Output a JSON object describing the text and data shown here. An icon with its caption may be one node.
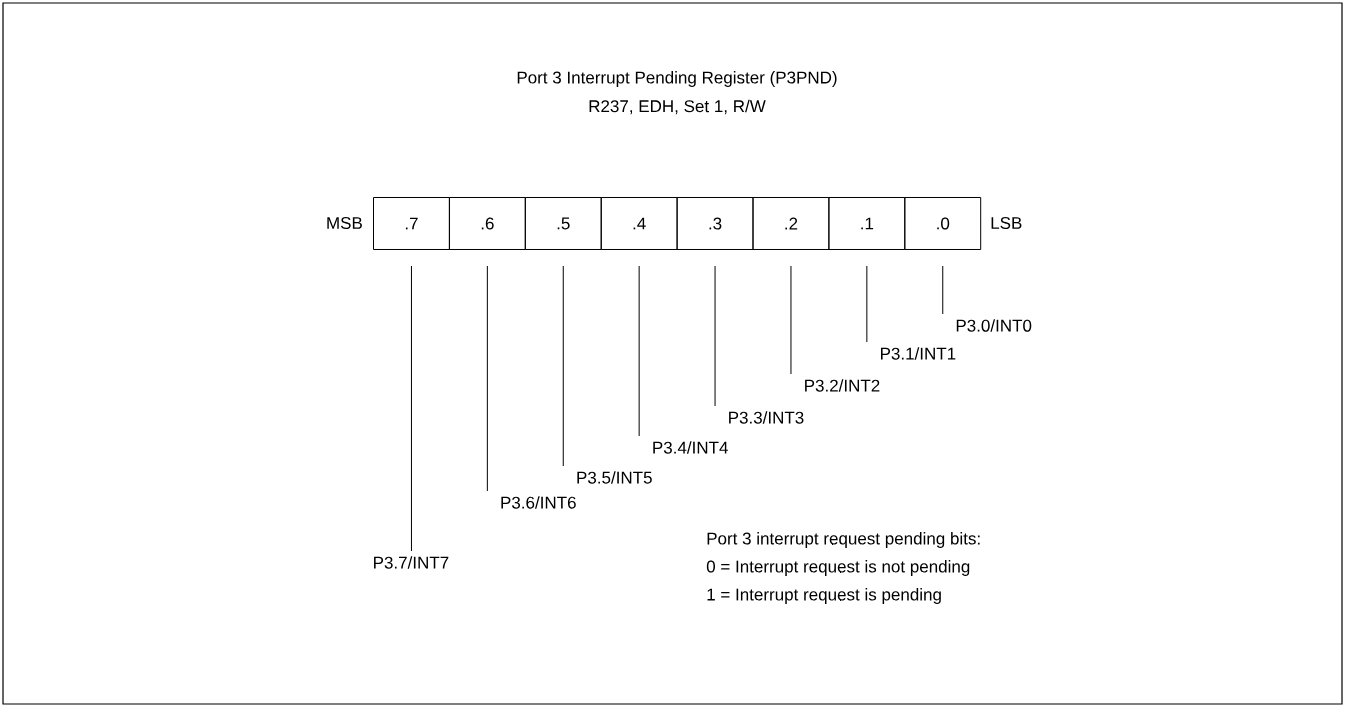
{
  "diagram": {
    "title": "Port 3 Interrupt Pending Register (P3PND)",
    "nodes": [
      {
        "text": [
          ".7"
        ]
      },
      {
        "text": [
          ".6"
        ]
      },
      {
        "text": [
          ".5"
        ]
      },
      {
        "text": [
          ".4"
        ]
      },
      {
        "text": [
          ".3"
        ]
      },
      {
        "text": [
          ".2"
        ]
      },
      {
        "text": [
          ".1"
        ]
      },
      {
        "text": [
          ".0"
        ]
      },
      {
        "text": [
          "P3.0/INT0"
        ]
      },
      {
        "text": [
          "P3.1/INT1"
        ]
      },
      {
        "text": [
          "P3.2/INT2"
        ]
      },
      {
        "text": [
          "P3.3/INT3"
        ]
      },
      {
        "text": [
          "P3.4/INT4"
        ]
      },
      {
        "text": [
          "P3.5/INT5"
        ]
      },
      {
        "text": [
          "P3.6/INT6"
        ]
      },
      {
        "text": [
          "P3.7/INT7"
        ]
      }
    ],
    "edges": [
      {
        "from": 0,
        "to": 15,
        "arrow": "none"
      },
      {
        "from": 1,
        "to": 14,
        "arrow": "none"
      },
      {
        "from": 2,
        "to": 13,
        "arrow": "none"
      },
      {
        "from": 3,
        "to": 12,
        "arrow": "none"
      },
      {
        "from": 4,
        "to": 11,
        "arrow": "none"
      },
      {
        "from": 5,
        "to": 10,
        "arrow": "none"
      },
      {
        "from": 6,
        "to": 9,
        "arrow": "none"
      },
      {
        "from": 7,
        "to": 8,
        "arrow": "none"
      }
    ],
    "labels": [
      "R237, EDH, Set 1, R/W",
      "MSB",
      "LSB",
      "Port 3 interrupt request pending bits:",
      "0 = Interrupt request is not pending",
      "1 = Interrupt request is pending"
    ]
  }
}
